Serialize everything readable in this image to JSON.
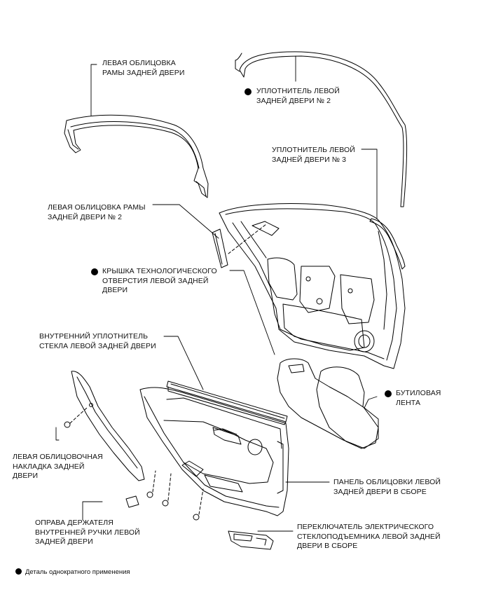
{
  "labels": {
    "frame_garnish": [
      "ЛЕВАЯ ОБЛИЦОВКА",
      "РАМЫ ЗАДНЕЙ ДВЕРИ"
    ],
    "weatherstrip_2": [
      "УПЛОТНИТЕЛЬ ЛЕВОЙ",
      "ЗАДНЕЙ ДВЕРИ № 2"
    ],
    "weatherstrip_3": [
      "УПЛОТНИТЕЛЬ ЛЕВОЙ",
      "ЗАДНЕЙ ДВЕРИ № 3"
    ],
    "frame_garnish_2": [
      "ЛЕВАЯ ОБЛИЦОВКА РАМЫ",
      "ЗАДНЕЙ ДВЕРИ № 2"
    ],
    "service_hole_cover": [
      "КРЫШКА ТЕХНОЛОГИЧЕСКОГО",
      "ОТВЕРСТИЯ ЛЕВОЙ ЗАДНЕЙ",
      "ДВЕРИ"
    ],
    "inner_glass_weatherstrip": [
      "ВНУТРЕННИЙ УПЛОТНИТЕЛЬ",
      "СТЕКЛА ЛЕВОЙ ЗАДНЕЙ ДВЕРИ"
    ],
    "butyl_tape": [
      "БУТИЛОВАЯ",
      "ЛЕНТА"
    ],
    "door_trim_cover": [
      "ЛЕВАЯ ОБЛИЦОВОЧНАЯ",
      "НАКЛАДКА ЗАДНЕЙ",
      "ДВЕРИ"
    ],
    "trim_board": [
      "ПАНЕЛЬ ОБЛИЦОВКИ ЛЕВОЙ",
      "ЗАДНЕЙ ДВЕРИ В СБОРЕ"
    ],
    "handle_bezel": [
      "ОПРАВА ДЕРЖАТЕЛЯ",
      "ВНУТРЕННЕЙ РУЧКИ ЛЕВОЙ",
      "ЗАДНЕЙ ДВЕРИ"
    ],
    "window_switch": [
      "ПЕРЕКЛЮЧАТЕЛЬ ЭЛЕКТРИЧЕСКОГО",
      "СТЕКЛОПОДЪЕМНИКА ЛЕВОЙ ЗАДНЕЙ",
      "ДВЕРИ В СБОРЕ"
    ]
  },
  "legend": {
    "text": "Деталь однократного применения"
  },
  "colors": {
    "line": "#000000",
    "paper": "#ffffff"
  }
}
